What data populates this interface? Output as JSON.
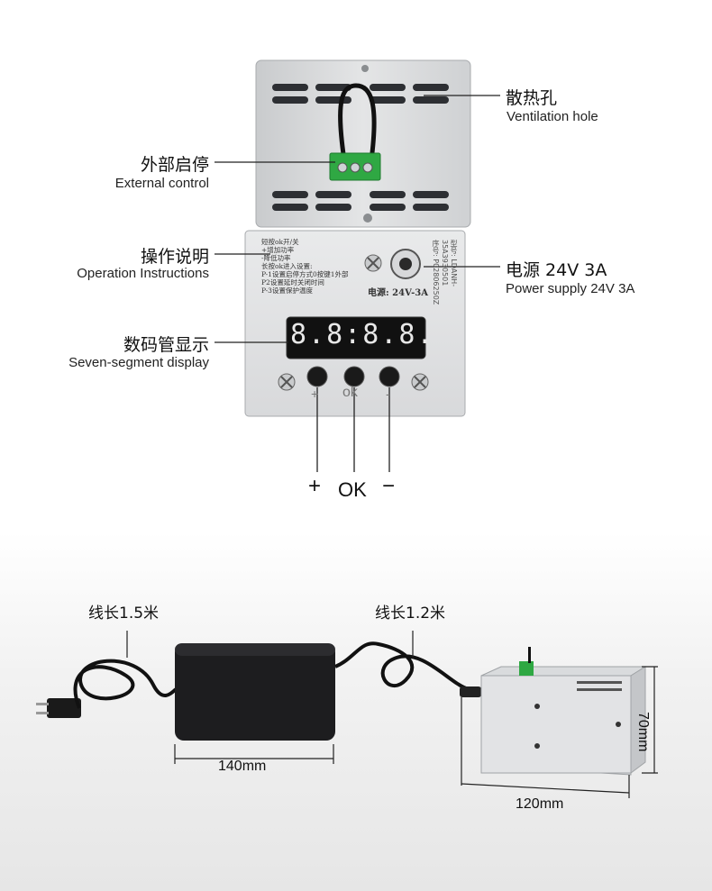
{
  "callouts": {
    "ventilation": {
      "zh": "散热孔",
      "en": "Ventilation hole"
    },
    "external": {
      "zh": "外部启停",
      "en": "External control"
    },
    "instructions": {
      "zh": "操作说明",
      "en": "Operation Instructions"
    },
    "power": {
      "zh": "电源 24V 3A",
      "en": "Power supply 24V 3A"
    },
    "display": {
      "zh": "数码管显示",
      "en": "Seven-segment display"
    }
  },
  "panel": {
    "instruction_lines": [
      "短按ok开/关",
      "+增加功率",
      "-降低功率",
      "长按ok进入设置:",
      "P-1设置启停方式0按键1外部",
      "P2设置延时关闭时间",
      "P-3设置保护温度"
    ],
    "power_label": "电源: 24V-3A",
    "model_lines": [
      "型号: LDANH-35A3930501",
      "序号: P02806250Z"
    ],
    "display_value": "8.8:8.8.",
    "button_marks": [
      "+",
      "ok",
      "-"
    ]
  },
  "buttons": {
    "plus": "+",
    "ok": "OK",
    "minus": "−"
  },
  "bottom": {
    "cable1": "线长1.5米",
    "cable2": "线长1.2米",
    "dim_adapter": "140mm",
    "dim_length": "120mm",
    "dim_height": "70mm"
  }
}
